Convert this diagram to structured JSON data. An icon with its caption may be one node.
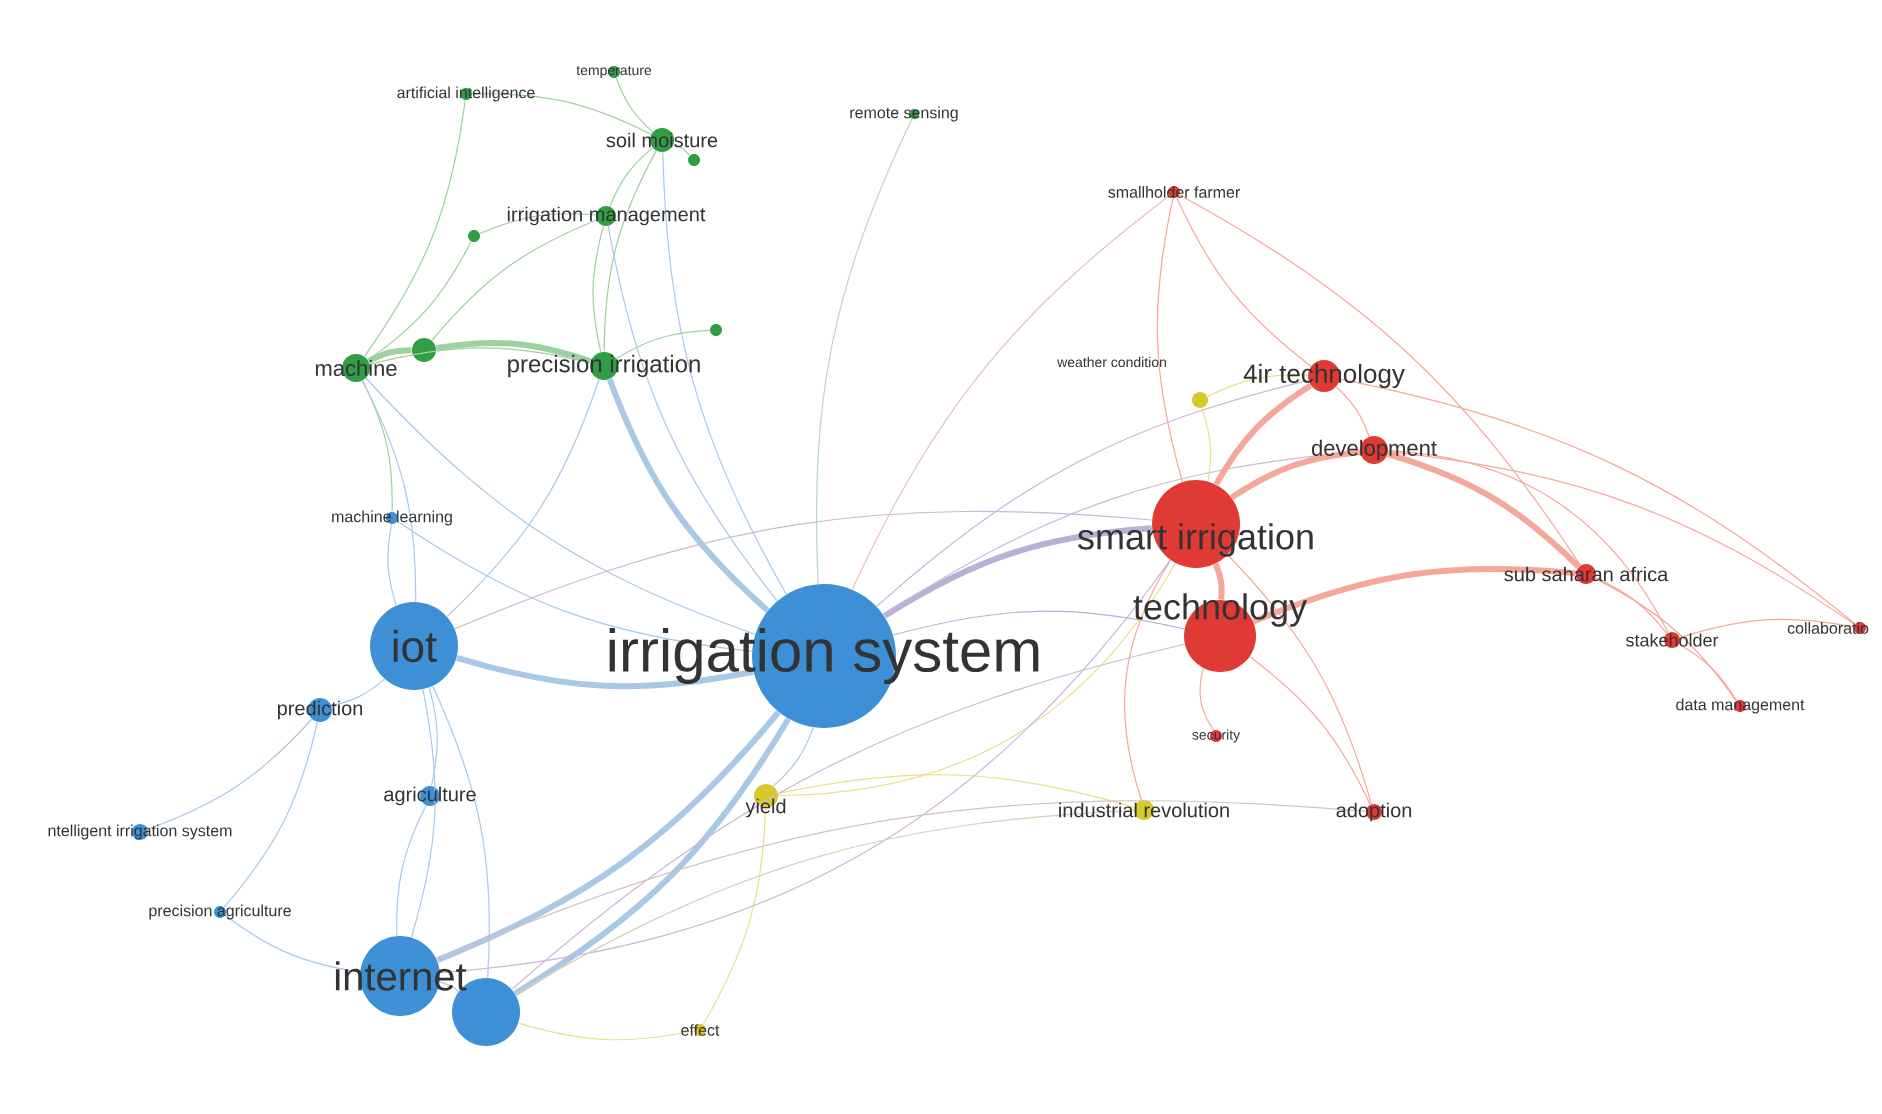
{
  "diagram": {
    "nodes": [
      {
        "text": [
          "artificial intelligence"
        ]
      },
      {
        "text": [
          "temperature"
        ]
      },
      {
        "text": [
          "soil moisture"
        ]
      },
      {
        "text": [],
        "shape": "circle"
      },
      {
        "text": [
          "remote sensing"
        ]
      },
      {
        "text": [
          "irrigation management"
        ]
      },
      {
        "text": [],
        "shape": "circle"
      },
      {
        "text": [
          "machine"
        ]
      },
      {
        "text": [],
        "shape": "circle"
      },
      {
        "text": [
          "precision irrigation"
        ]
      },
      {
        "text": [],
        "shape": "circle"
      },
      {
        "text": [
          "machine learning"
        ]
      },
      {
        "text": [
          "smallholder farmer"
        ]
      },
      {
        "text": [
          "weather condition"
        ]
      },
      {
        "text": [
          "4ir technology"
        ]
      },
      {
        "text": [
          "development"
        ]
      },
      {
        "text": [
          "smart irrigation"
        ]
      },
      {
        "text": [
          "technology"
        ]
      },
      {
        "text": [
          "irrigation system"
        ]
      },
      {
        "text": [
          "iot"
        ]
      },
      {
        "text": [
          "prediction"
        ]
      },
      {
        "text": [
          "agriculture"
        ]
      },
      {
        "text": [
          "ntelligent irrigation system"
        ]
      },
      {
        "text": [
          "precision agriculture"
        ]
      },
      {
        "text": [
          "internet"
        ]
      },
      {
        "text": [],
        "shape": "circle"
      },
      {
        "text": [
          "yield"
        ]
      },
      {
        "text": [
          "effect"
        ]
      },
      {
        "text": [
          "security"
        ]
      },
      {
        "text": [
          "industrial revolution"
        ]
      },
      {
        "text": [
          "adoption"
        ]
      },
      {
        "text": [
          "sub saharan africa"
        ]
      },
      {
        "text": [
          "stakeholder"
        ]
      },
      {
        "text": [
          "data management"
        ]
      },
      {
        "text": [
          "collaboratio"
        ]
      }
    ],
    "edges": [
      {
        "from": 18,
        "to": 19,
        "arrow": "none",
        "style": "thick",
        "color": "#a9c8e8"
      },
      {
        "from": 18,
        "to": 24,
        "arrow": "none",
        "style": "thick",
        "color": "#a9c8e8"
      },
      {
        "from": 18,
        "to": 25,
        "arrow": "none",
        "style": "thick",
        "color": "#a9c8e8"
      },
      {
        "from": 19,
        "to": 24,
        "arrow": "none",
        "color": "#a9c8e8"
      },
      {
        "from": 19,
        "to": 25,
        "arrow": "none",
        "color": "#a9c8e8"
      },
      {
        "from": 19,
        "to": 20,
        "arrow": "none",
        "color": "#a9c8e8"
      },
      {
        "from": 19,
        "to": 21,
        "arrow": "none",
        "color": "#a9c8e8"
      },
      {
        "from": 19,
        "to": 11,
        "arrow": "none",
        "color": "#a9c8e8"
      },
      {
        "from": 24,
        "to": 21,
        "arrow": "none",
        "color": "#a9c8e8"
      },
      {
        "from": 24,
        "to": 25,
        "arrow": "none",
        "color": "#a9c8e8"
      },
      {
        "from": 20,
        "to": 22,
        "arrow": "none",
        "color": "#a9c8e8"
      },
      {
        "from": 20,
        "to": 23,
        "arrow": "none",
        "color": "#a9c8e8"
      },
      {
        "from": 24,
        "to": 23,
        "arrow": "none",
        "color": "#a9c8e8"
      },
      {
        "from": 18,
        "to": 9,
        "arrow": "none",
        "style": "thick",
        "color": "#a9c8e8"
      },
      {
        "from": 18,
        "to": 2,
        "arrow": "none",
        "color": "#a9c8e8"
      },
      {
        "from": 18,
        "to": 5,
        "arrow": "none",
        "color": "#a9c8e8"
      },
      {
        "from": 18,
        "to": 7,
        "arrow": "none",
        "color": "#a9c8e8"
      },
      {
        "from": 18,
        "to": 11,
        "arrow": "none",
        "color": "#a9c8e8"
      },
      {
        "from": 18,
        "to": 16,
        "arrow": "none",
        "style": "thick",
        "color": "#b9b0d8"
      },
      {
        "from": 18,
        "to": 17,
        "arrow": "none",
        "color": "#b9b0d8"
      },
      {
        "from": 18,
        "to": 26,
        "arrow": "none",
        "color": "#a9c8e8"
      },
      {
        "from": 18,
        "to": 14,
        "arrow": "none",
        "color": "#c8b8d8"
      },
      {
        "from": 18,
        "to": 15,
        "arrow": "none",
        "color": "#c8b8d8"
      },
      {
        "from": 18,
        "to": 12,
        "arrow": "none",
        "color": "#e8c0b8"
      },
      {
        "from": 18,
        "to": 4,
        "arrow": "none",
        "color": "#b8d8c0"
      },
      {
        "from": 7,
        "to": 8,
        "arrow": "none",
        "style": "thick",
        "color": "#9fd09f"
      },
      {
        "from": 8,
        "to": 9,
        "arrow": "none",
        "style": "thick",
        "color": "#9fd09f"
      },
      {
        "from": 7,
        "to": 9,
        "arrow": "none",
        "color": "#9fd09f"
      },
      {
        "from": 9,
        "to": 5,
        "arrow": "none",
        "color": "#9fd09f"
      },
      {
        "from": 5,
        "to": 2,
        "arrow": "none",
        "color": "#9fd09f"
      },
      {
        "from": 2,
        "to": 1,
        "arrow": "none",
        "color": "#9fd09f"
      },
      {
        "from": 2,
        "to": 3,
        "arrow": "none",
        "color": "#9fd09f"
      },
      {
        "from": 0,
        "to": 7,
        "arrow": "none",
        "color": "#9fd09f"
      },
      {
        "from": 0,
        "to": 2,
        "arrow": "none",
        "color": "#9fd09f"
      },
      {
        "from": 6,
        "to": 7,
        "arrow": "none",
        "color": "#9fd09f"
      },
      {
        "from": 6,
        "to": 5,
        "arrow": "none",
        "color": "#9fd09f"
      },
      {
        "from": 8,
        "to": 5,
        "arrow": "none",
        "color": "#9fd09f"
      },
      {
        "from": 9,
        "to": 2,
        "arrow": "none",
        "color": "#9fd09f"
      },
      {
        "from": 9,
        "to": 10,
        "arrow": "none",
        "color": "#9fd09f"
      },
      {
        "from": 7,
        "to": 11,
        "arrow": "none",
        "color": "#9fd09f"
      },
      {
        "from": 7,
        "to": 19,
        "arrow": "none",
        "color": "#a9c8e8"
      },
      {
        "from": 9,
        "to": 19,
        "arrow": "none",
        "color": "#a9c8e8"
      },
      {
        "from": 16,
        "to": 17,
        "arrow": "none",
        "style": "thick",
        "color": "#f4a89a"
      },
      {
        "from": 16,
        "to": 14,
        "arrow": "none",
        "style": "thick",
        "color": "#f4a89a"
      },
      {
        "from": 16,
        "to": 15,
        "arrow": "none",
        "style": "thick",
        "color": "#f4a89a"
      },
      {
        "from": 14,
        "to": 15,
        "arrow": "none",
        "color": "#f4a89a"
      },
      {
        "from": 15,
        "to": 31,
        "arrow": "none",
        "style": "thick",
        "color": "#f4a89a"
      },
      {
        "from": 17,
        "to": 31,
        "arrow": "none",
        "style": "thick",
        "color": "#f4a89a"
      },
      {
        "from": 31,
        "to": 32,
        "arrow": "none",
        "color": "#f4a89a"
      },
      {
        "from": 32,
        "to": 33,
        "arrow": "none",
        "color": "#f4a89a"
      },
      {
        "from": 32,
        "to": 34,
        "arrow": "none",
        "color": "#f4a89a"
      },
      {
        "from": 31,
        "to": 33,
        "arrow": "none",
        "color": "#f4a89a"
      },
      {
        "from": 15,
        "to": 32,
        "arrow": "none",
        "color": "#f4a89a"
      },
      {
        "from": 14,
        "to": 12,
        "arrow": "none",
        "color": "#f4a89a"
      },
      {
        "from": 16,
        "to": 12,
        "arrow": "none",
        "color": "#f4a89a"
      },
      {
        "from": 16,
        "to": 30,
        "arrow": "none",
        "color": "#f4a89a"
      },
      {
        "from": 17,
        "to": 30,
        "arrow": "none",
        "color": "#f4a89a"
      },
      {
        "from": 17,
        "to": 28,
        "arrow": "none",
        "color": "#f4a89a"
      },
      {
        "from": 16,
        "to": 29,
        "arrow": "none",
        "color": "#f4a89a"
      },
      {
        "from": 14,
        "to": 34,
        "arrow": "none",
        "color": "#f4a89a"
      },
      {
        "from": 15,
        "to": 34,
        "arrow": "none",
        "color": "#f4a89a"
      },
      {
        "from": 12,
        "to": 31,
        "arrow": "none",
        "color": "#f4a89a"
      },
      {
        "from": 26,
        "to": 27,
        "arrow": "none",
        "color": "#e8e08a"
      },
      {
        "from": 26,
        "to": 29,
        "arrow": "none",
        "color": "#e8e08a"
      },
      {
        "from": 13,
        "to": 16,
        "arrow": "none",
        "color": "#e8e08a"
      },
      {
        "from": 13,
        "to": 14,
        "arrow": "none",
        "color": "#e8e08a"
      },
      {
        "from": 26,
        "to": 16,
        "arrow": "none",
        "color": "#e8e08a"
      },
      {
        "from": 27,
        "to": 25,
        "arrow": "none",
        "color": "#e8e08a"
      },
      {
        "from": 25,
        "to": 17,
        "arrow": "none",
        "color": "#c8b8d8"
      },
      {
        "from": 24,
        "to": 16,
        "arrow": "none",
        "color": "#c8b8d8"
      },
      {
        "from": 19,
        "to": 16,
        "arrow": "none",
        "color": "#c8b8d8"
      },
      {
        "from": 25,
        "to": 29,
        "arrow": "none",
        "color": "#d8d0b8"
      },
      {
        "from": 24,
        "to": 30,
        "arrow": "none",
        "color": "#d8c0c0"
      }
    ]
  }
}
